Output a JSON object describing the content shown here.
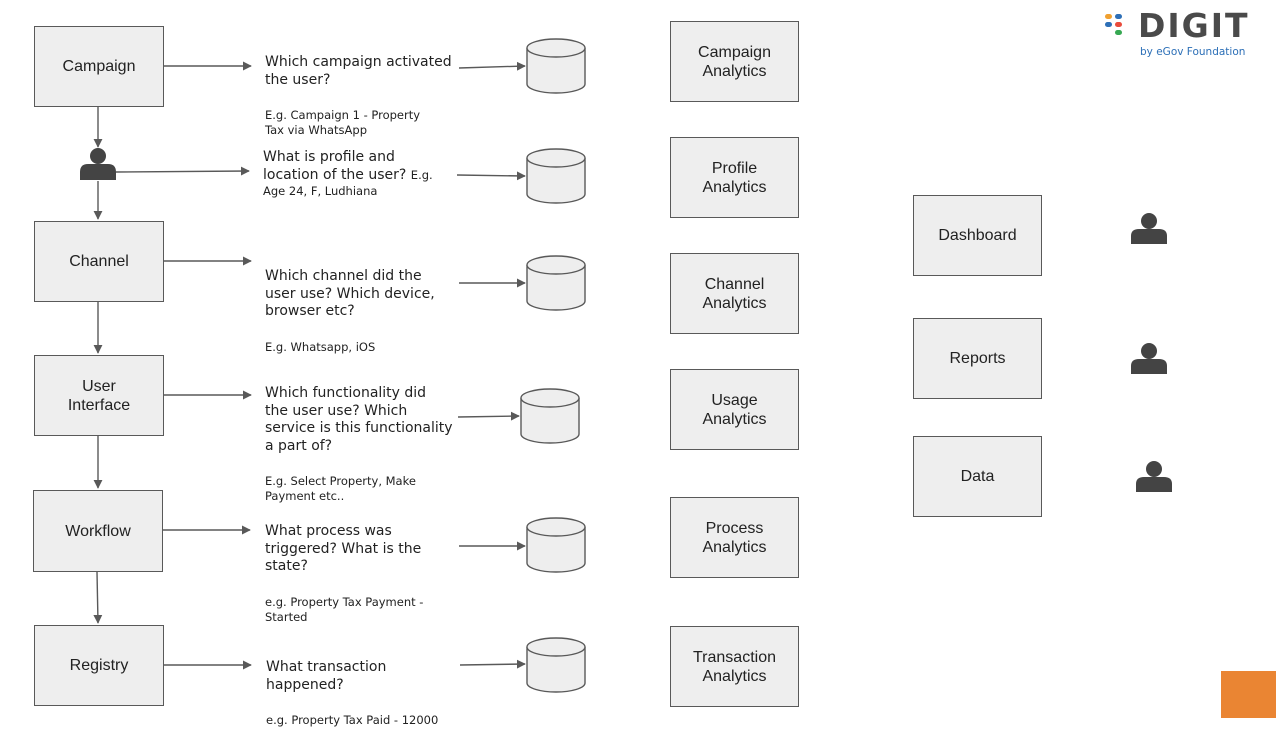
{
  "logo": {
    "word": "DIGIT",
    "subtitle": "by eGov Foundation",
    "dot_colors": [
      "#f0a030",
      "#2d6fb7",
      "#e94b3c",
      "#36a852"
    ]
  },
  "flow": [
    {
      "label": "Campaign",
      "question": "Which campaign activated\nthe user?",
      "example": "E.g. Campaign 1 - Property\nTax via WhatsApp",
      "analytics": "Campaign\nAnalytics"
    },
    {
      "label": "Channel",
      "question": "Which channel did the\nuser use? Which device,\nbrowser etc?",
      "example": "E.g. Whatsapp, iOS",
      "analytics": "Channel\nAnalytics"
    },
    {
      "label": "User\nInterface",
      "question": "Which functionality did\nthe user use? Which\nservice is this functionality\na part of?",
      "example": "E.g. Select Property, Make\nPayment etc..",
      "analytics": "Usage\nAnalytics"
    },
    {
      "label": "Workflow",
      "question": "What process was\ntriggered? What is the\nstate?",
      "example": "e.g. Property Tax Payment -\nStarted",
      "analytics": "Process\nAnalytics"
    },
    {
      "label": "Registry",
      "question": "What transaction\nhappened?",
      "example": "e.g. Property Tax Paid - 12000",
      "analytics": "Transaction\nAnalytics"
    }
  ],
  "user_step": {
    "question_line1": "What is profile and",
    "question_line2": "location of the user?",
    "example_inline": "E.g.",
    "example": "Age 24, F, Ludhiana",
    "analytics": "Profile\nAnalytics"
  },
  "outputs": [
    {
      "label": "Dashboard"
    },
    {
      "label": "Reports"
    },
    {
      "label": "Data"
    }
  ],
  "colors": {
    "box_fill": "#eeeeee",
    "box_border": "#595959",
    "line": "#595959",
    "person": "#444444",
    "corner_accent": "#ea8533"
  }
}
